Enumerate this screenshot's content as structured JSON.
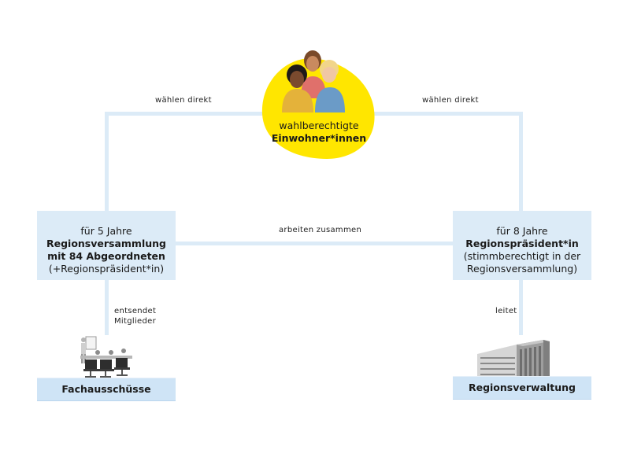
{
  "voters": {
    "line1": "wahlberechtigte",
    "line2": "Einwohner*innen"
  },
  "edges": {
    "left_vote": "wählen direkt",
    "right_vote": "wählen direkt",
    "cooperate": "arbeiten zusammen",
    "send_line1": "entsendet",
    "send_line2": "Mitglieder",
    "leads": "leitet"
  },
  "assembly": {
    "term": "für 5 Jahre",
    "title_line1": "Regionsversammlung",
    "title_line2": "mit 84 Abgeordneten",
    "note": "(+Regionspräsident*in)"
  },
  "president": {
    "term": "für 8 Jahre",
    "title": "Regionspräsident*in",
    "note_line1": "(stimmberechtigt in der",
    "note_line2": "Regionsversammlung)"
  },
  "committees": {
    "label": "Fachausschüsse"
  },
  "administration": {
    "label": "Regionsverwaltung"
  },
  "colors": {
    "connector": "#dcebf7",
    "box": "#dcebf7",
    "accent_yellow": "#ffe600"
  }
}
